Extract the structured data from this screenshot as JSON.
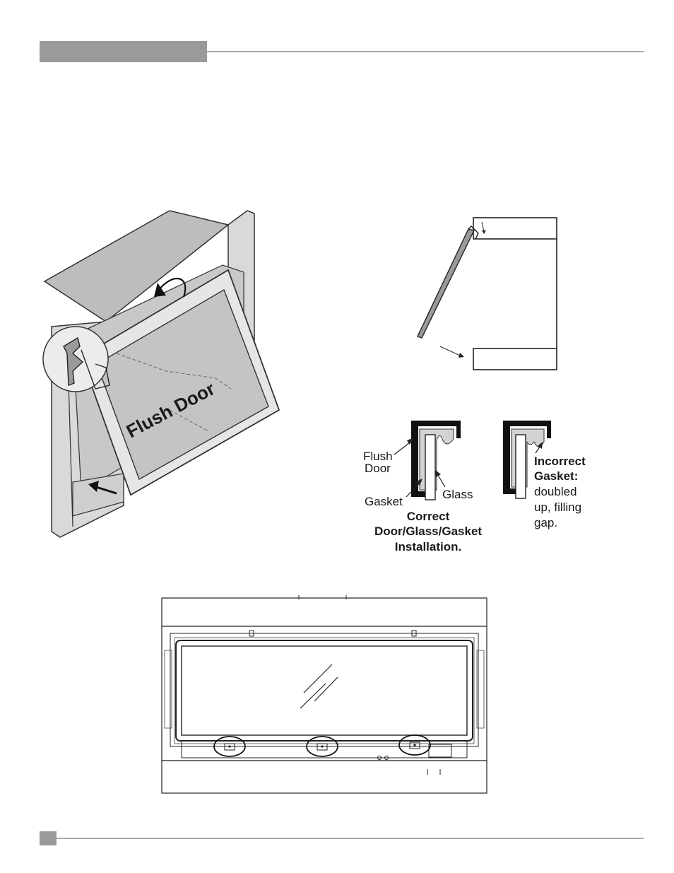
{
  "figure_door": {
    "door_label": "Flush Door"
  },
  "figure_gasket": {
    "correct": {
      "flush_door_line1": "Flush",
      "flush_door_line2": "Door",
      "gasket_label": "Gasket",
      "glass_label": "Glass",
      "caption_line1": "Correct",
      "caption_line2": "Door/Glass/Gasket",
      "caption_line3": "Installation."
    },
    "incorrect": {
      "title_line1": "Incorrect",
      "title_line2": "Gasket:",
      "desc_line1": "doubled",
      "desc_line2": "up, filling",
      "desc_line3": "gap."
    }
  },
  "colors": {
    "header_gray": "#9a9a9a",
    "rule_gray": "#a8a8a8",
    "panel_gray": "#bdbdbd",
    "frame_gray": "#d9d9d9"
  }
}
